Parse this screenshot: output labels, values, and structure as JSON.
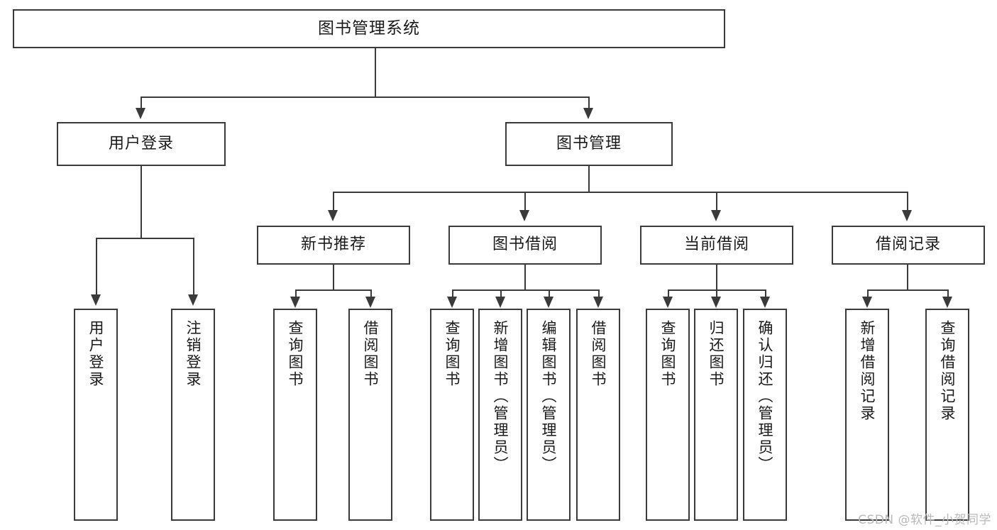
{
  "diagram": {
    "type": "tree-hierarchy",
    "title": "图书管理系统",
    "watermark": "CSDN @软件_小贺同学",
    "colors": {
      "stroke": "#3a3a3a",
      "box_fill": "#ffffff",
      "text": "#1a1a1a",
      "background": "#ffffff",
      "watermark": "#b9b9b9"
    },
    "nodes": {
      "root": {
        "label": "图书管理系统"
      },
      "level2": [
        {
          "label": "用户登录"
        },
        {
          "label": "图书管理"
        }
      ],
      "level3": [
        {
          "label": "新书推荐"
        },
        {
          "label": "图书借阅"
        },
        {
          "label": "当前借阅"
        },
        {
          "label": "借阅记录"
        }
      ],
      "leaves": {
        "user_login": [
          {
            "label": "用户登录"
          },
          {
            "label": "注销登录"
          }
        ],
        "new_book": [
          {
            "label": "查询图书"
          },
          {
            "label": "借阅图书"
          }
        ],
        "book_borrow": [
          {
            "label": "查询图书"
          },
          {
            "label": "新增图书（管理员）"
          },
          {
            "label": "编辑图书（管理员）"
          },
          {
            "label": "借阅图书"
          }
        ],
        "current_borrow": [
          {
            "label": "查询图书"
          },
          {
            "label": "归还图书"
          },
          {
            "label": "确认归还（管理员）"
          }
        ],
        "borrow_record": [
          {
            "label": "新增借阅记录"
          },
          {
            "label": "查询借阅记录"
          }
        ]
      }
    }
  }
}
